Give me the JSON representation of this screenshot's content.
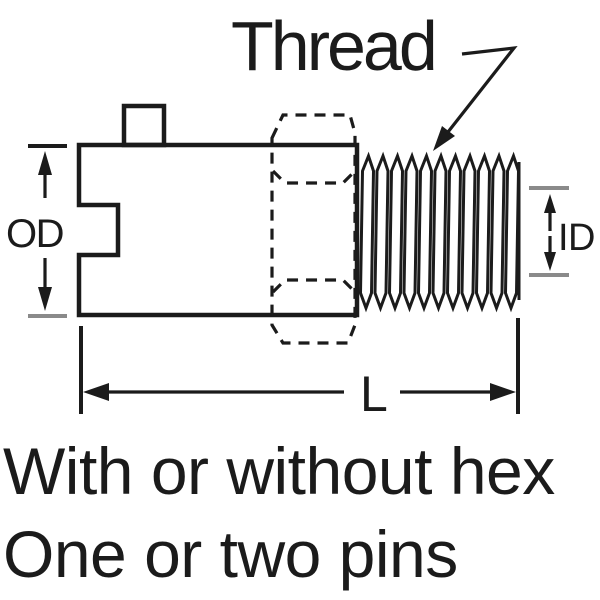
{
  "diagram": {
    "thread_label": "Thread",
    "od_label": "OD",
    "id_label": "ID",
    "length_label": "L",
    "line_color": "#1b1b1b",
    "tick_color": "#8a8a8a",
    "background_color": "#ffffff"
  },
  "caption": {
    "line1": "With or without hex",
    "line2": "One or two pins"
  }
}
